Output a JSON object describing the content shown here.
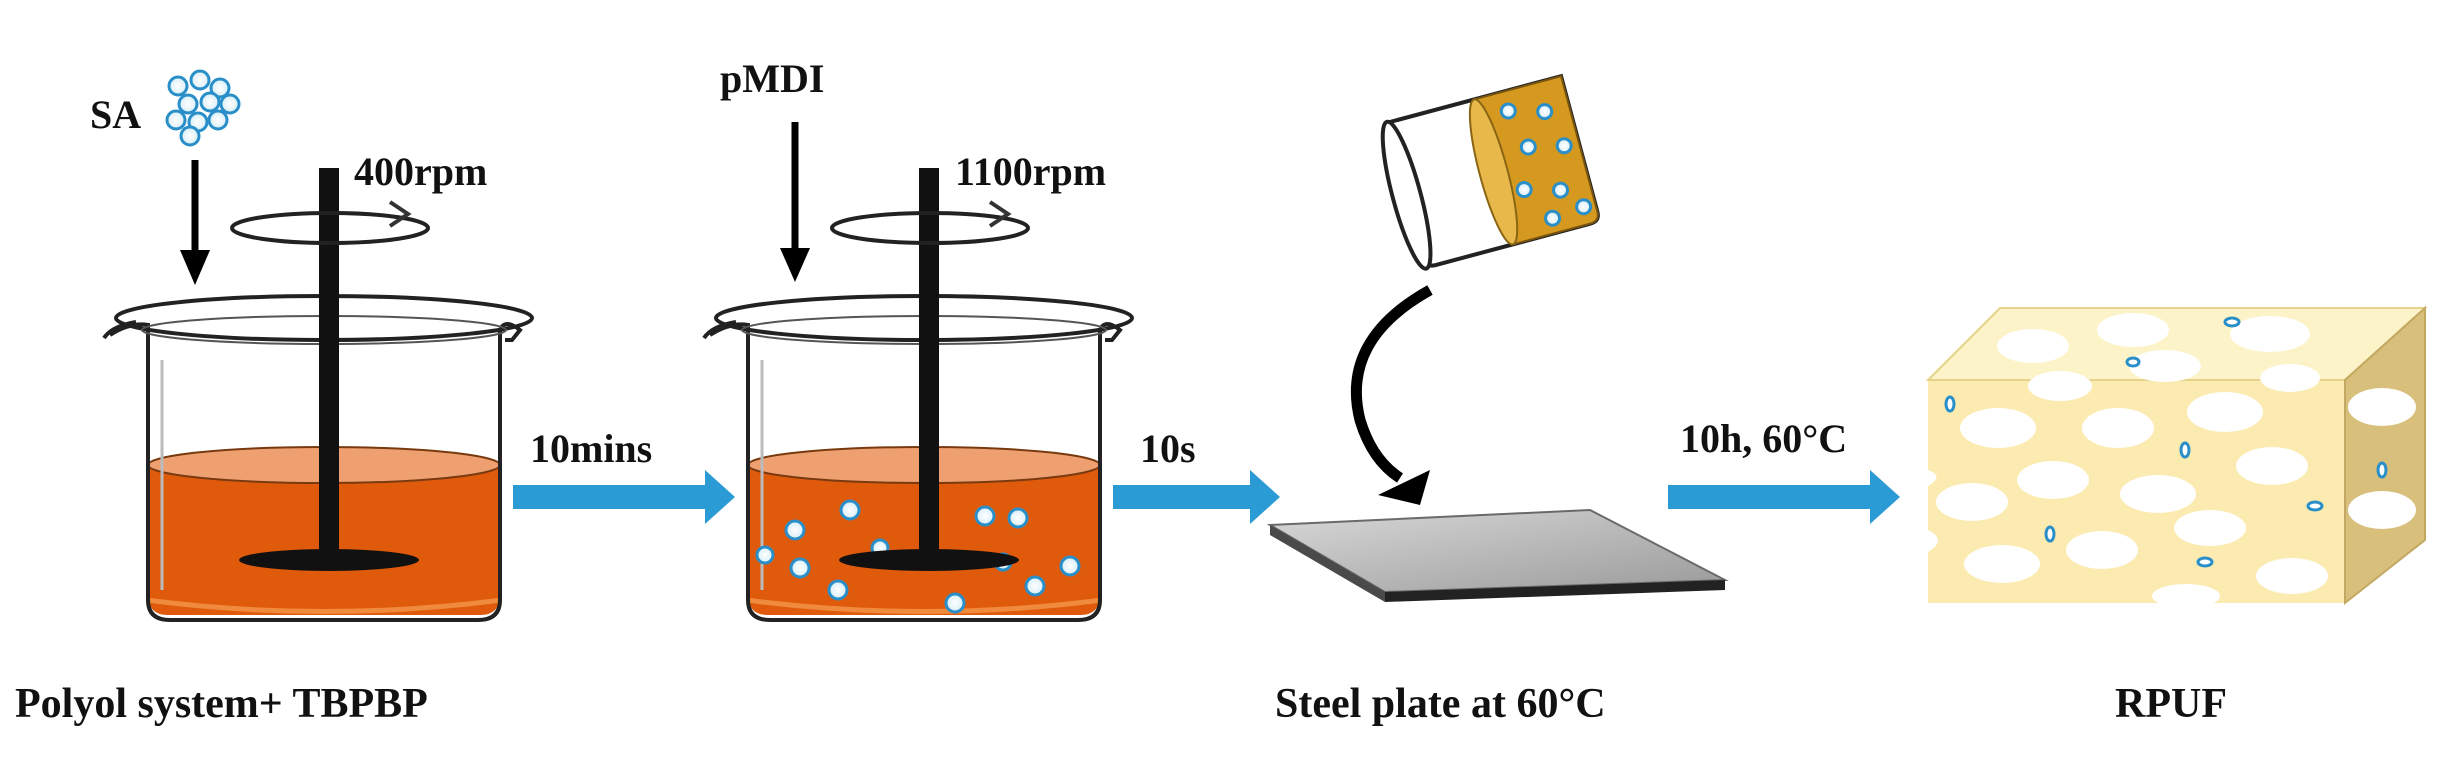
{
  "labels": {
    "sa": "SA",
    "pmdi": "pMDI",
    "speed1": "400rpm",
    "speed2": "1100rpm",
    "time1": "10mins",
    "time2": "10s",
    "cure": "10h, 60°C",
    "caption1": "Polyol system+ TBPBP",
    "caption2": "Steel plate at 60°C",
    "caption3": "RPUF"
  },
  "colors": {
    "liquid": "#E05A0C",
    "liquid_surface": "#EEA070",
    "arrow": "#2B9BD6",
    "foam": "#FBEBB0",
    "foam_side": "#D8C07C",
    "particle": "#2A8FC8",
    "plate": "#8C8C8C"
  }
}
